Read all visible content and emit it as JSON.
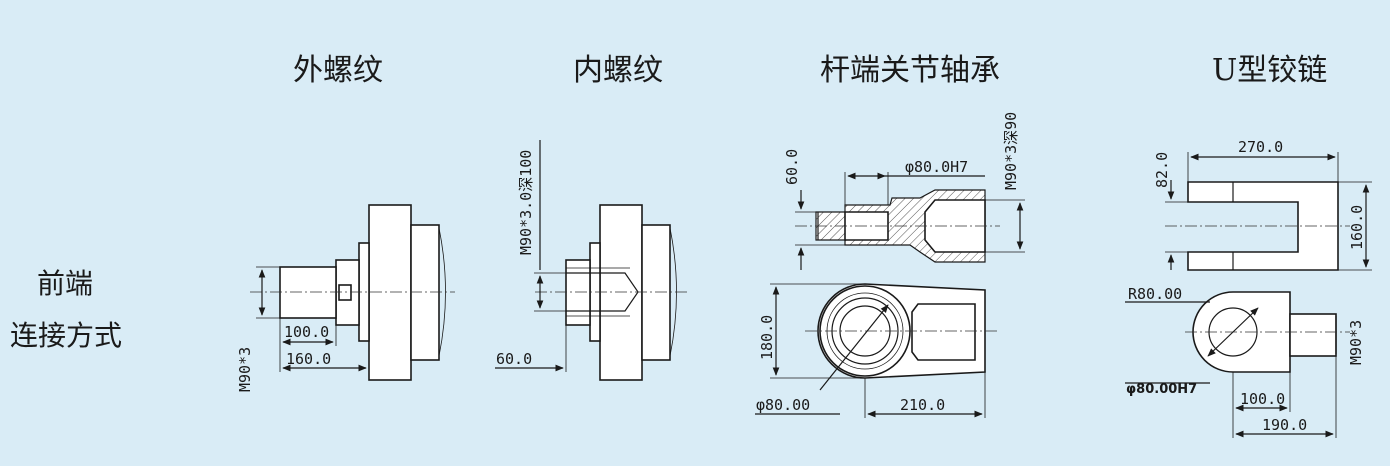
{
  "side_label": {
    "line1": "前端",
    "line2": "连接方式"
  },
  "titles": {
    "external_thread": "外螺纹",
    "internal_thread": "内螺纹",
    "rod_end_bearing": "杆端关节轴承",
    "u_hinge": "U型铰链"
  },
  "external_thread": {
    "dim_length_short": "100.0",
    "dim_length_long": "160.0",
    "dim_thread": "M90*3"
  },
  "internal_thread": {
    "dim_thread_depth": "M90*3.0深100",
    "dim_length": "60.0"
  },
  "rod_end_bearing": {
    "dim_height": "60.0",
    "dim_bore_top": "φ80.0H7",
    "dim_thread": "M90*3深90",
    "dim_width": "180.0",
    "dim_bore": "φ80.00",
    "dim_length": "210.0"
  },
  "u_hinge": {
    "dim_width": "270.0",
    "dim_slot": "82.0",
    "dim_height": "160.0",
    "dim_radius": "R80.00",
    "dim_thread": "M90*3",
    "dim_bore": "φ80.00H7",
    "dim_length_short": "100.0",
    "dim_length_long": "190.0"
  }
}
